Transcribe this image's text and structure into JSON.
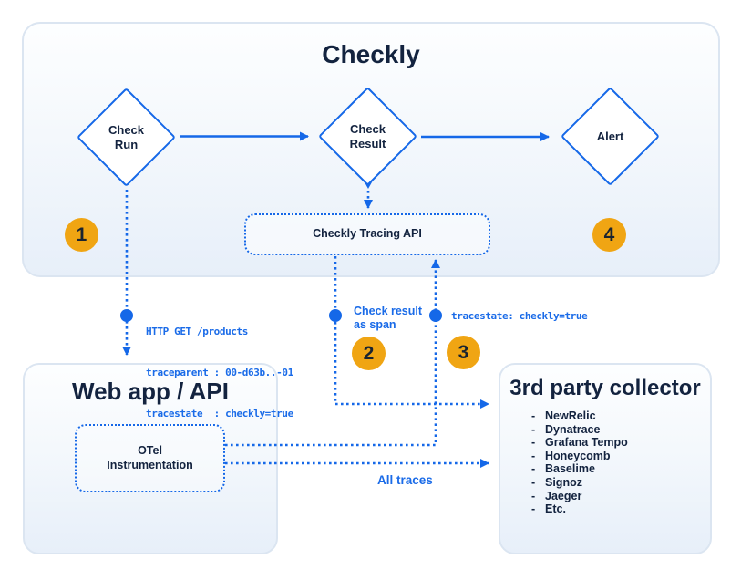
{
  "colors": {
    "accent_blue": "#1568e8",
    "step_orange": "#f0a513",
    "text_navy": "#13233f",
    "card_border": "#dbe5f1"
  },
  "checkly": {
    "title": "Checkly",
    "nodes": [
      {
        "label": "Check Run"
      },
      {
        "label": "Check Result"
      },
      {
        "label": "Alert"
      }
    ],
    "tracing_api_label": "Checkly Tracing API"
  },
  "steps": [
    "1",
    "2",
    "3",
    "4"
  ],
  "annotations": {
    "http_request_lines": [
      "HTTP GET /products",
      "traceparent : 00-d63b..-01",
      "tracestate  : checkly=true"
    ],
    "check_result_as_span": "Check result as span",
    "tracestate_label": "tracestate: checkly=true",
    "all_traces": "All traces"
  },
  "web_app": {
    "title": "Web app / API",
    "otel_label": "OTel Instrumentation"
  },
  "collector": {
    "title": "3rd party collector",
    "items": [
      "NewRelic",
      "Dynatrace",
      "Grafana Tempo",
      "Honeycomb",
      "Baselime",
      "Signoz",
      "Jaeger",
      "Etc."
    ]
  }
}
